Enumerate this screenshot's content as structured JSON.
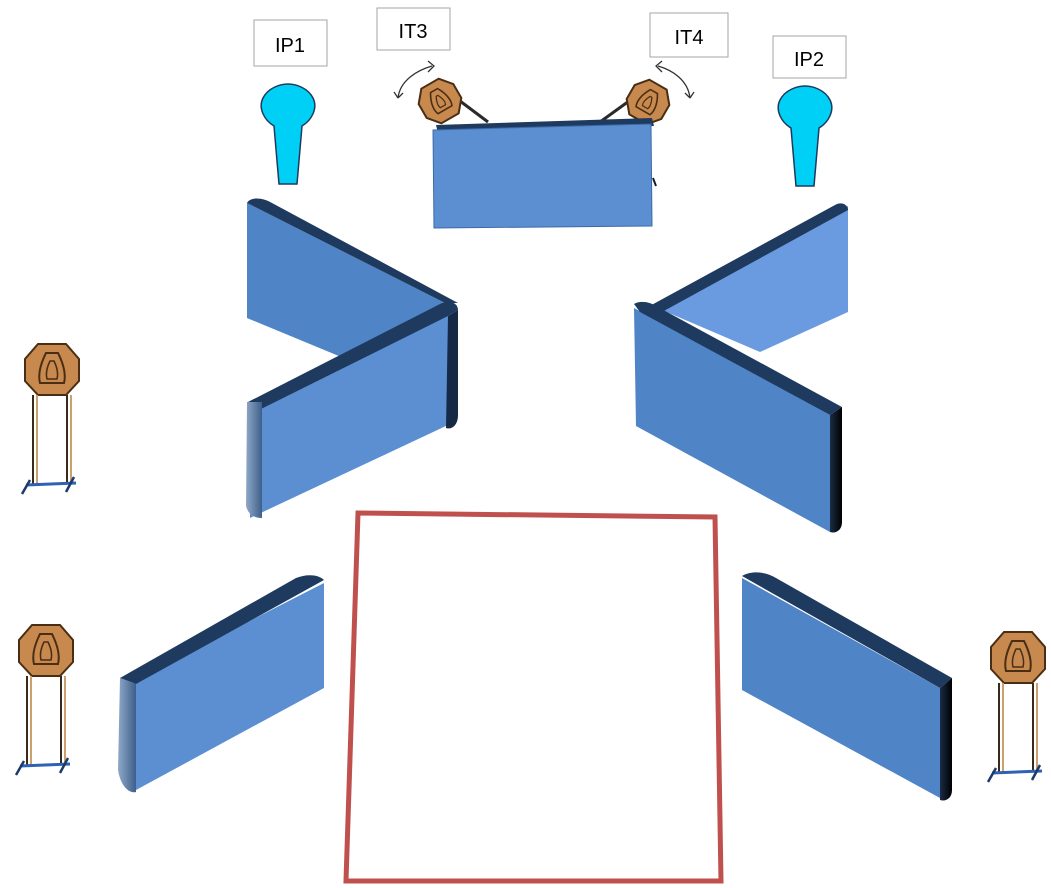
{
  "labels": {
    "ip1": "IP1",
    "ip2": "IP2",
    "it3": "IT3",
    "it4": "IT4"
  },
  "colors": {
    "wall_front": "#5b8fd1",
    "wall_light": "#6a9be0",
    "wall_top": "#1f3a5f",
    "wall_edge": "#0d1d33",
    "popper": "#00d0f5",
    "target_fill": "#c8894f",
    "target_stroke": "#4a2e14",
    "stand_blue": "#2e62b4",
    "shooting_box": "#c0504d"
  },
  "icons": {
    "popper": "popper-icon",
    "steel_target": "steel-plate-target-icon",
    "swing_arrow": "rotation-arrow-icon"
  }
}
